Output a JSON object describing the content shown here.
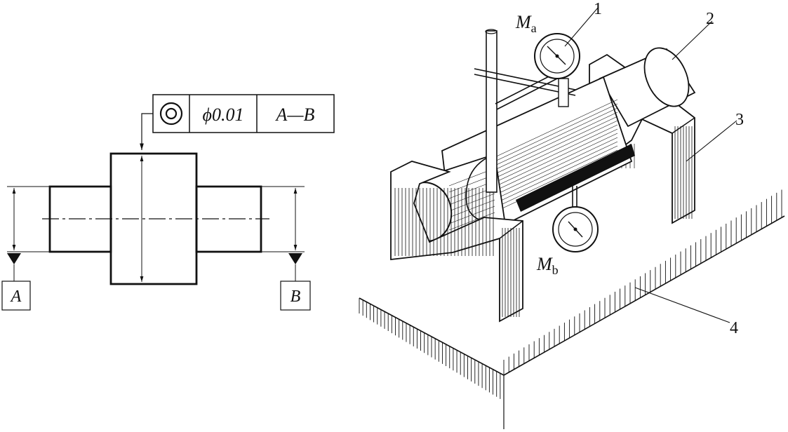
{
  "tolerance_frame": {
    "symbol": "concentricity-symbol",
    "value": "ϕ0.01",
    "datum_ref": "A—B"
  },
  "datums": {
    "left": "A",
    "right": "B"
  },
  "gauges": {
    "top": {
      "letter": "M",
      "subscript": "a"
    },
    "bottom": {
      "letter": "M",
      "subscript": "b"
    }
  },
  "callouts": [
    "1",
    "2",
    "3",
    "4"
  ],
  "colors": {
    "ink": "#111111",
    "paper": "#ffffff"
  }
}
